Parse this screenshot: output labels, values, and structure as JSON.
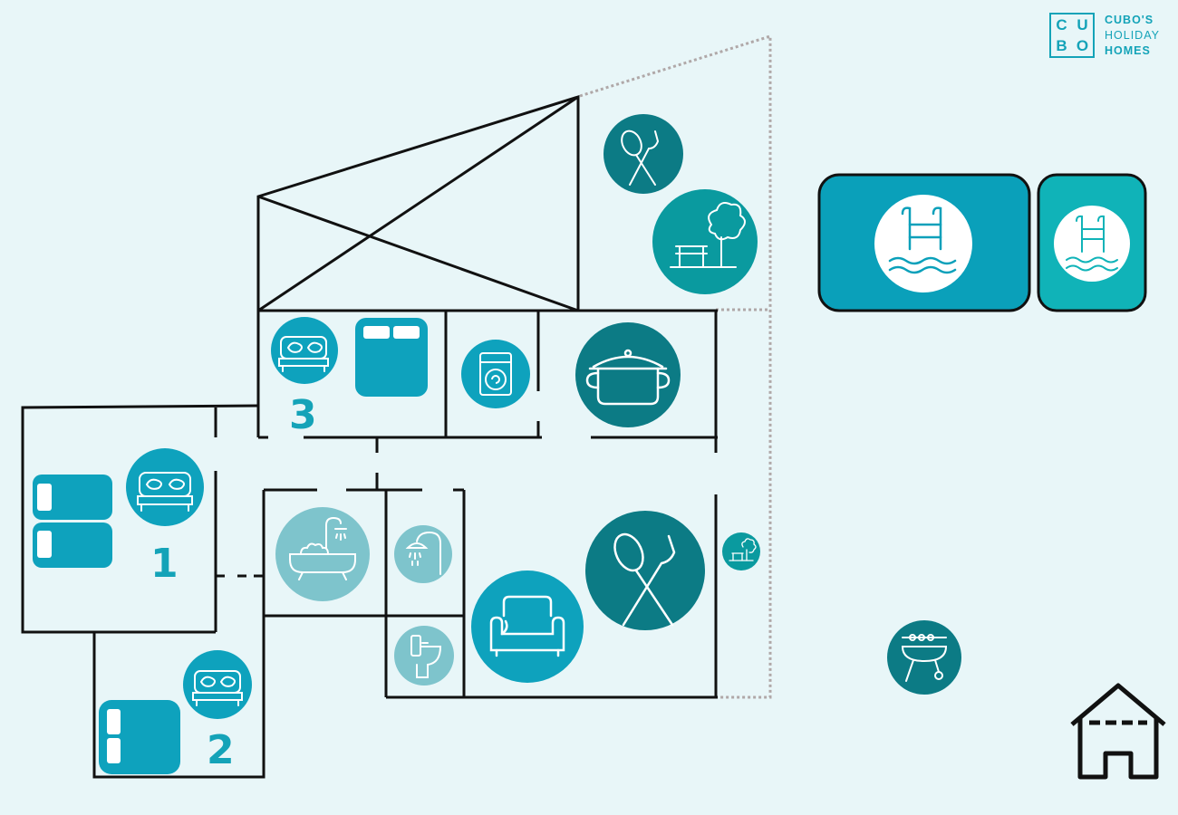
{
  "brand": {
    "logo_letters": [
      "C",
      "U",
      "B",
      "O"
    ],
    "name_line1": "CUBO'S",
    "name_line2": "HOLIDAY",
    "name_line3": "HOMES"
  },
  "bedrooms": [
    {
      "number": "1"
    },
    {
      "number": "2"
    },
    {
      "number": "3"
    }
  ],
  "colors": {
    "background": "#e8f6f8",
    "teal": "#0ea2bd",
    "dark_teal": "#0c7b85",
    "light_teal": "#7ec4cc",
    "pool": "#0aa0ba",
    "kids_pool": "#10b3b8",
    "walls": "#111111",
    "boundary": "#b0a8a8"
  },
  "icons": [
    "double-bed-icon",
    "twin-beds-icon",
    "washing-machine-icon",
    "cooking-pot-icon",
    "dining-cutlery-icon",
    "garden-icon",
    "bathtub-icon",
    "shower-icon",
    "toilet-icon",
    "sofa-icon",
    "swimming-pool-icon",
    "barbecue-icon",
    "house-icon"
  ]
}
